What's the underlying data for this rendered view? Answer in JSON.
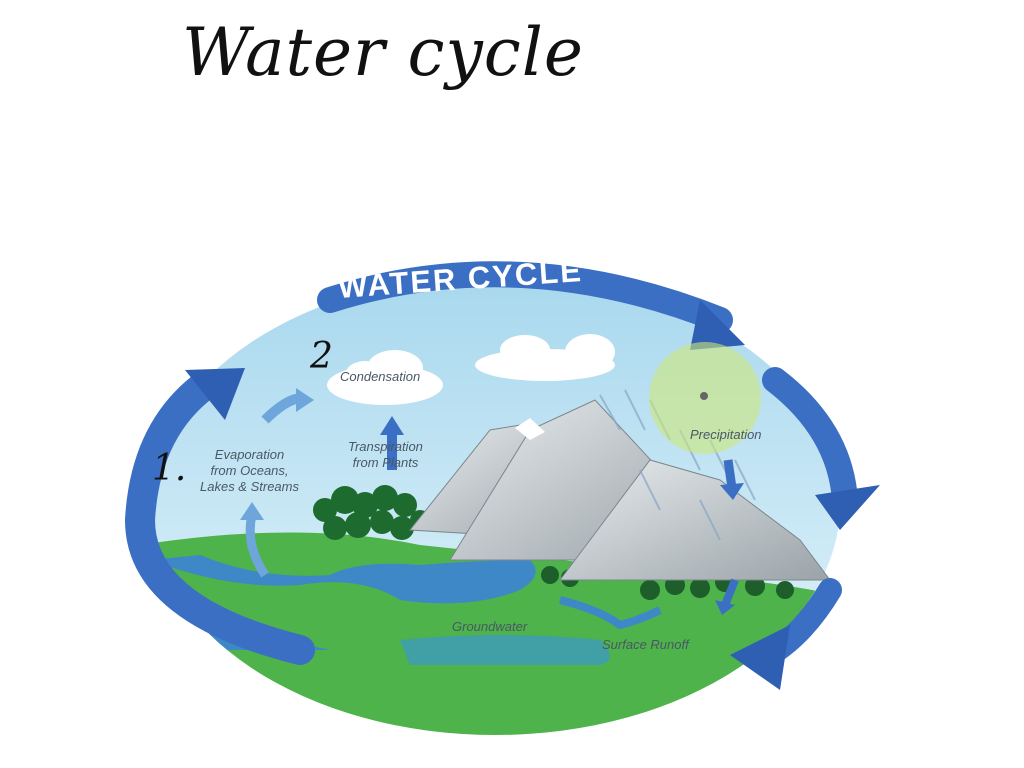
{
  "annotation": {
    "title": "Water cycle",
    "markers": [
      "1.",
      "2"
    ]
  },
  "diagram": {
    "banner": "WATER CYCLE",
    "labels": {
      "condensation": "Condensation",
      "evaporation": "Evaporation\nfrom Oceans,\nLakes & Streams",
      "transpiration": "Transpiration\nfrom Plants",
      "precipitation": "Precipitation",
      "groundwater": "Groundwater",
      "surface_runoff": "Surface Runoff"
    }
  },
  "colors": {
    "arrow_blue": "#3b6fc4",
    "sky": "#bfe3f2",
    "land": "#4db34a",
    "water": "#3f88c8",
    "highlight": "#cde87a"
  }
}
